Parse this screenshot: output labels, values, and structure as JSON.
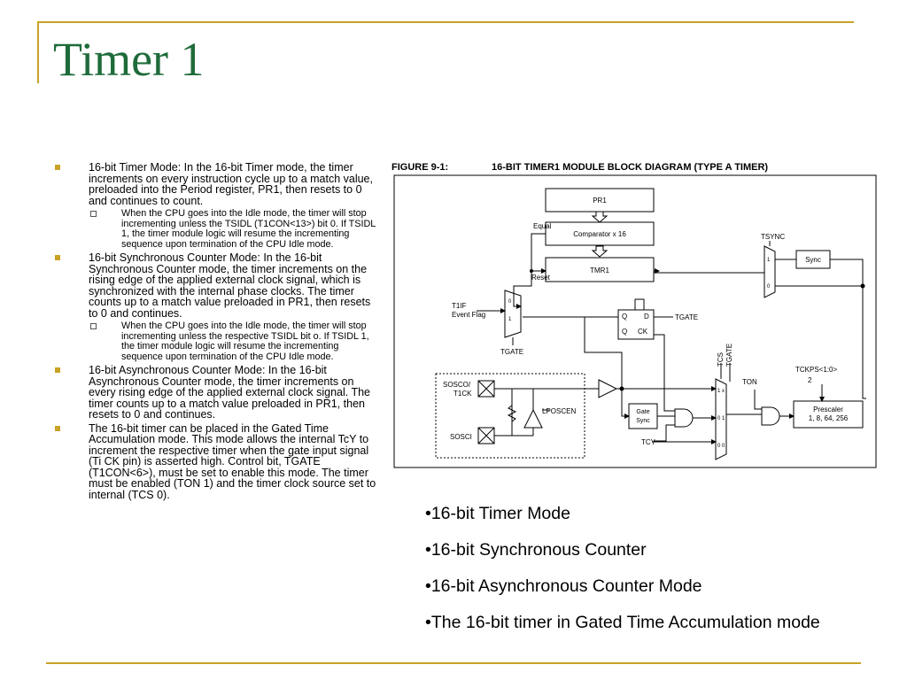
{
  "title": "Timer 1",
  "bullets": [
    {
      "text": "16-bit Timer Mode: In the 16-bit Timer mode, the timer increments on every instruction cycle up to a match value, preloaded into the Period register, PR1, then resets to 0 and continues to count.",
      "sub": "When the CPU goes into the Idle mode, the timer will stop incrementing unless the TSIDL (T1CON<13>) bit 0. If TSIDL 1, the timer module logic will resume the incrementing sequence upon termination of the CPU Idle mode."
    },
    {
      "text": "16-bit Synchronous Counter Mode: In the 16-bit Synchronous Counter mode, the timer increments on the rising edge of the applied external clock signal, which is synchronized with the internal phase clocks. The timer counts up to a match value preloaded in PR1, then resets to 0 and continues.",
      "sub": "When the CPU goes into the Idle mode, the timer will stop incrementing unless the respective TSIDL bit o. If TSIDL 1, the timer module logic will resume the incrementing sequence upon termination of the CPU Idle mode."
    },
    {
      "text": "16-bit Asynchronous Counter Mode: In the 16-bit Asynchronous Counter mode, the timer increments on every rising edge of the applied external clock signal. The timer counts up to a match value preloaded in PR1, then resets to 0 and continues."
    },
    {
      "text": "The 16-bit timer can be placed in the Gated Time Accumulation mode. This mode allows the internal TcY to increment the respective timer when the gate input signal (Ti CK pin) is asserted high. Control bit, TGATE (T1CON<6>), must be set to enable this mode. The timer must be enabled (TON 1) and the timer clock source set to internal (TCS 0)."
    }
  ],
  "figure": {
    "caption_num": "FIGURE 9-1:",
    "caption_title": "16-BIT TIMER1 MODULE BLOCK DIAGRAM (TYPE A TIMER)",
    "labels": {
      "pr1": "PR1",
      "equal": "Equal",
      "comparator": "Comparator x 16",
      "reset": "Reset",
      "tmr1": "TMR1",
      "tsync": "TSYNC",
      "sync": "Sync",
      "mux_one": "1",
      "mux_zero": "0",
      "t1if": "T1IF",
      "event_flag": "Event Flag",
      "tgate_bottom": "TGATE",
      "tgate_right": "TGATE",
      "q": "Q",
      "d": "D",
      "qbar": "Q",
      "ck": "CK",
      "tcs": "TCS",
      "tgate_vert": "TGATE",
      "ton": "TON",
      "tckps": "TCKPS<1:0>",
      "two": "2",
      "sosco1": "SOSCO/",
      "sosco2": "T1CK",
      "sosci": "SOSCI",
      "lposcen": "LPOSCEN",
      "gate1": "Gate",
      "gate2": "Sync",
      "tcy": "TCY",
      "mux3_1x": "1 x",
      "mux3_01": "0 1",
      "mux3_00": "0 0",
      "prescaler1": "Prescaler",
      "prescaler2": "1, 8, 64, 256"
    }
  },
  "summary": [
    "•16-bit Timer Mode",
    "•16-bit Synchronous Counter",
    "•16-bit Asynchronous Counter Mode",
    "•The 16-bit timer in Gated Time Accumulation mode"
  ],
  "colors": {
    "accent": "#c9a227",
    "title": "#1e6b3a"
  }
}
